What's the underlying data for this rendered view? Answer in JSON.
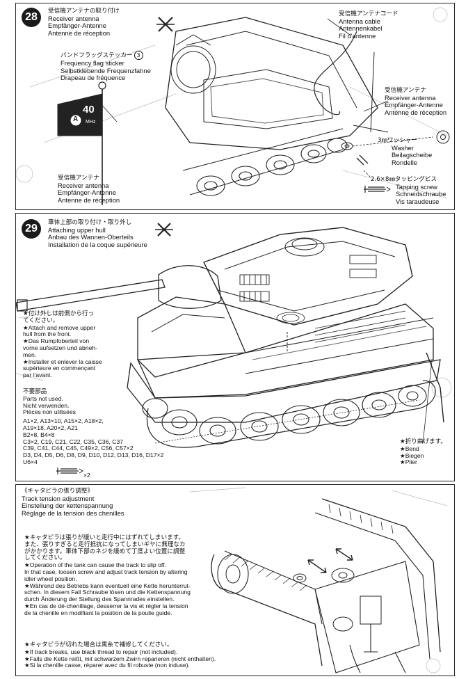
{
  "step28": {
    "number": "28",
    "title": [
      "受信機アンテナの取り付け",
      "Receiver antenna",
      "Empfänger-Antenne",
      "Antenne de réception"
    ],
    "antenna_cord": [
      "受信機アンテナコード",
      "Antenna cable",
      "Antennenkabel",
      "Fil d'antenne"
    ],
    "flag_sticker": [
      "バンドフラッグステッカー",
      "Frequency flag sticker",
      "Selbstklebende Frequenzfahne",
      "Drapeau de fréquence"
    ],
    "flag_sticker_num": "3",
    "flag_letter": "A",
    "flag_band": "40",
    "flag_unit": "MHz",
    "antenna_right": [
      "受信機アンテナ",
      "Receiver antenna",
      "Empfänger-Antenne",
      "Antenne de réception"
    ],
    "antenna_left": [
      "受信機アンテナ",
      "Receiver antenna",
      "Empfänger-Antenne",
      "Antenne de réception"
    ],
    "washer": [
      "3㎜ワッシャー",
      "Washer",
      "Beilagscheibe",
      "Rondelle"
    ],
    "screw": [
      "2.6×8㎜タッピングビス",
      "Tapping screw",
      "Schneidschraube",
      "Vis taraudeuse"
    ]
  },
  "step29": {
    "number": "29",
    "title": [
      "車体上部の取り付け・取り外し",
      "Attaching upper hull",
      "Anbau des Wannen-Oberteils",
      "Installation de la coque supérieure"
    ],
    "note": [
      "★付け外しは前側から行っ",
      "てください。",
      "★Attach and remove upper",
      "hull from the front.",
      "★Das Rumpfoberteil von",
      "vorne aufsetzen und abneh-",
      "men.",
      "★Installer et enlever la caisse",
      "supérieure en commençant",
      "par l'avant."
    ],
    "unused": [
      "不要部品",
      "Parts not used.",
      "Nicht verwenden.",
      "Pièces non utilisées",
      "A1×2, A13×10, A15×2, A18×2,",
      "A19×18, A20×2, A21",
      "B2×8, B4×8",
      "C3×2, C19, C21, C22, C35, C36, C37",
      "C39, C41, C44, C45, C49×2, C56, C57×2",
      "D3, D4, D5, D6, D8, D9, D10, D12, D13, D16, D17×2",
      "U6×4"
    ],
    "screw_qty": "×2",
    "bend": [
      "★折り曲げます。",
      "★Bend",
      "★Biegen",
      "★Plier"
    ]
  },
  "track": {
    "title": [
      "《キャタピラの張り調整》",
      "Track tension adjustment",
      "Einstellung der kettenspannung",
      "Réglage de la tension des chenilles"
    ],
    "note1": [
      "★キャタピラは張りが緩いと走行中にはずれてしまいます。",
      "また、張りすぎると走行抵抗になってしまいギヤに無理なカ",
      "がかかります。車体下部のネジを緩めて丁度よい位置に調整",
      "してください。",
      "★Operation of the tank can cause the track to slip off.",
      "In that case, loosen screw and adjust track tension by altering",
      "idler wheel position.",
      "★Während des Betriebs kann eventuell eine Kette herunterrut-",
      "schen. In diesem Fall Schraube lösen und die Kettenspannung",
      "durch Änderung der Stellung des Spannrades einstellen.",
      "★En cas de dé-chenillage, desserrer la vis et régler la tension",
      "de la chenille en modifiant la position de la poulie guide."
    ],
    "note2": [
      "★キャタピラが切れた場合は黒糸で補修してください。",
      "★If track breaks, use black thread to repair (not included).",
      "★Falls die Kette reißt, mit schwarzem Zwirn reparieren (nicht enthalten).",
      "★Si la chenille casse, réparer avec du fil robuste (non induse)."
    ]
  }
}
